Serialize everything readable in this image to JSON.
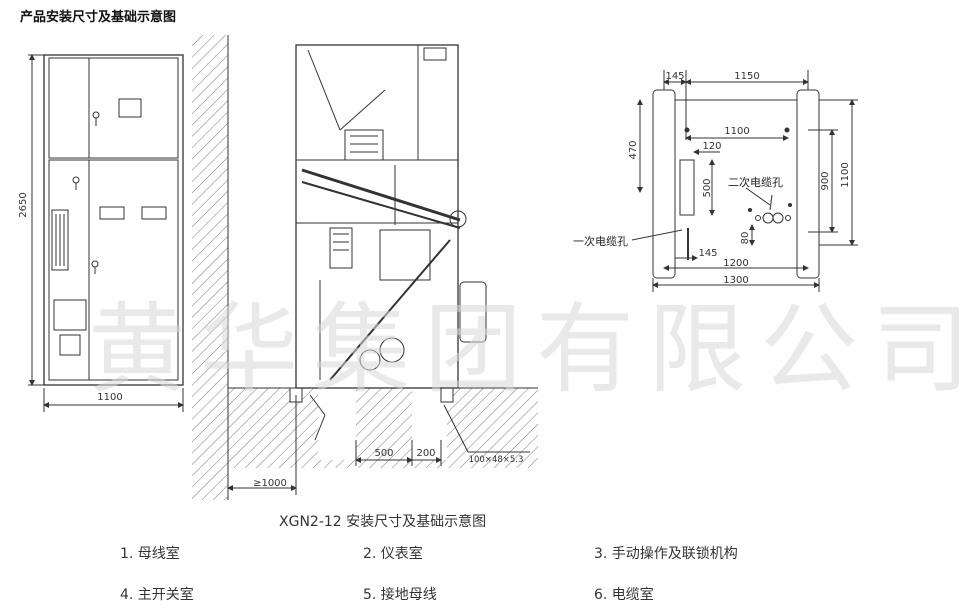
{
  "heading": "产品安装尺寸及基础示意图",
  "watermark": "黄华集团有限公司",
  "caption": "XGN2-12 安装尺寸及基础示意图",
  "front_view": {
    "height_dim": "2650",
    "width_dim": "1100"
  },
  "side_view": {
    "clearance_dim": "≥1000",
    "span_a": "500",
    "span_b": "200",
    "channel_steel": "100×48×5.3"
  },
  "foundation_plan": {
    "dim_145_top": "145",
    "dim_1150": "1150",
    "dim_1100": "1100",
    "dim_120": "120",
    "dim_470": "470",
    "dim_500": "500",
    "dim_900": "900",
    "dim_1100_v": "1100",
    "dim_80": "80",
    "dim_145_bottom": "145",
    "dim_1200": "1200",
    "dim_1300": "1300",
    "primary_cable_hole": "一次电缆孔",
    "secondary_cable_hole": "二次电缆孔"
  },
  "legend": [
    "1. 母线室",
    "2. 仪表室",
    "3. 手动操作及联锁机构",
    "4. 主开关室",
    "5. 接地母线",
    "6. 电缆室"
  ]
}
